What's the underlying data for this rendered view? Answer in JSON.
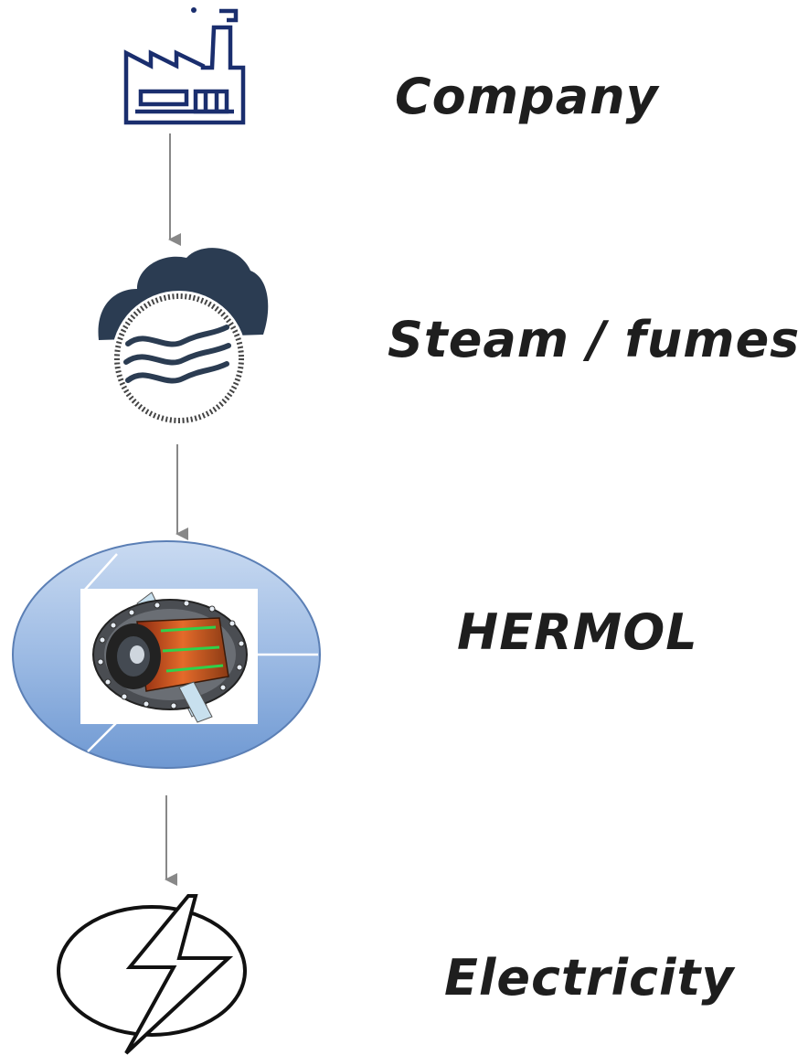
{
  "nodes": {
    "company": {
      "label": "Company",
      "icon": "factory-icon"
    },
    "steam": {
      "label": "Steam / fumes",
      "icon": "steam-cloud-icon"
    },
    "hermol": {
      "label": "HERMOL",
      "icon": "hermol-engine-icon"
    },
    "electricity": {
      "label": "Electricity",
      "icon": "lightning-bolt-icon"
    }
  },
  "colors": {
    "factory": "#1a2e6e",
    "cloud": "#2b3c52",
    "hermol_ellipse": "#8fb0dd",
    "arrow": "#888888",
    "bolt": "#111111"
  }
}
